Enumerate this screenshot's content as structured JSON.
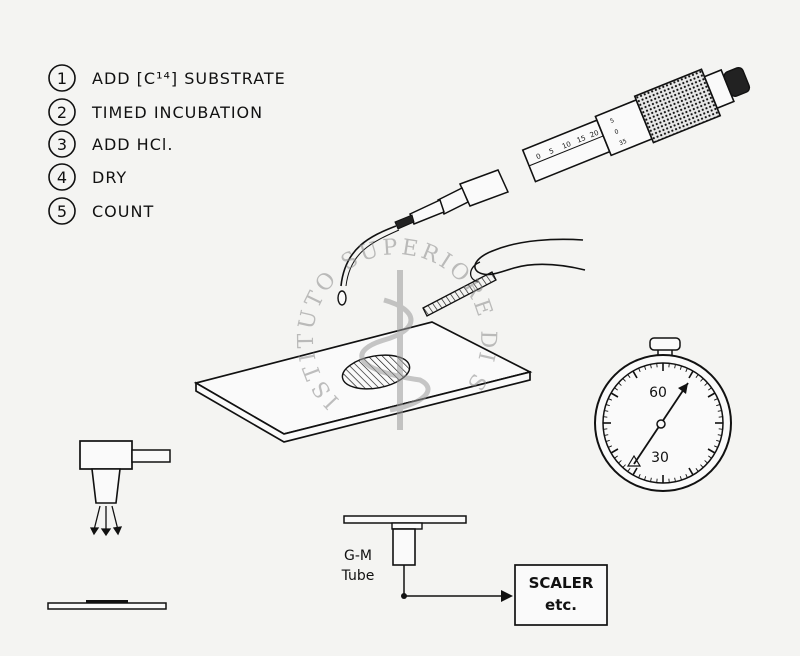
{
  "steps": [
    {
      "num": "1",
      "label": "ADD [C¹⁴] SUBSTRATE"
    },
    {
      "num": "2",
      "label": "TIMED INCUBATION"
    },
    {
      "num": "3",
      "label": "ADD HCl."
    },
    {
      "num": "4",
      "label": "DRY"
    },
    {
      "num": "5",
      "label": "COUNT"
    }
  ],
  "micrometer": {
    "sleeve_ticks": [
      "0",
      "5",
      "10",
      "15",
      "20"
    ],
    "thimble_ticks": [
      "5",
      "0",
      "35"
    ]
  },
  "stopwatch": {
    "top_label": "60",
    "bottom_label": "30"
  },
  "counter": {
    "tube_label_line1": "G-M",
    "tube_label_line2": "Tube",
    "box_line1": "SCALER",
    "box_line2": "etc."
  },
  "watermark": {
    "text": "ISTITUTO SUPERIORE DI SANITA"
  },
  "colors": {
    "ink": "#111111",
    "paper": "#f4f4f2",
    "watermark": "#9a9a9a"
  }
}
